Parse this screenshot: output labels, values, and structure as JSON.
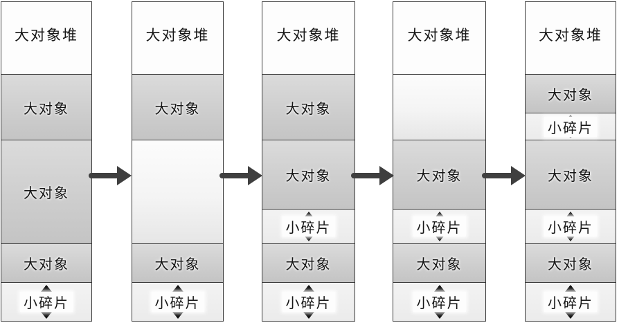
{
  "columns": [
    {
      "header": "大对象堆",
      "blocks": [
        {
          "type": "large-object",
          "label": "大对象"
        },
        {
          "type": "large-object",
          "label": "大对象"
        },
        {
          "type": "large-object",
          "label": "大对象"
        },
        {
          "type": "small-fragment",
          "label": "小碎片"
        }
      ]
    },
    {
      "header": "大对象堆",
      "blocks": [
        {
          "type": "large-object",
          "label": "大对象"
        },
        {
          "type": "free-space",
          "label": ""
        },
        {
          "type": "large-object",
          "label": "大对象"
        },
        {
          "type": "small-fragment",
          "label": "小碎片"
        }
      ]
    },
    {
      "header": "大对象堆",
      "blocks": [
        {
          "type": "large-object",
          "label": "大对象"
        },
        {
          "type": "large-object",
          "label": "大对象"
        },
        {
          "type": "small-fragment",
          "label": "小碎片"
        },
        {
          "type": "large-object",
          "label": "大对象"
        },
        {
          "type": "small-fragment",
          "label": "小碎片"
        }
      ]
    },
    {
      "header": "大对象堆",
      "blocks": [
        {
          "type": "free-space",
          "label": ""
        },
        {
          "type": "large-object",
          "label": "大对象"
        },
        {
          "type": "small-fragment",
          "label": "小碎片"
        },
        {
          "type": "large-object",
          "label": "大对象"
        },
        {
          "type": "small-fragment",
          "label": "小碎片"
        }
      ]
    },
    {
      "header": "大对象堆",
      "blocks": [
        {
          "type": "large-object",
          "label": "大对象"
        },
        {
          "type": "small-fragment",
          "label": "小碎片"
        },
        {
          "type": "large-object",
          "label": "大对象"
        },
        {
          "type": "small-fragment",
          "label": "小碎片"
        },
        {
          "type": "large-object",
          "label": "大对象"
        },
        {
          "type": "small-fragment",
          "label": "小碎片"
        }
      ]
    }
  ],
  "colors": {
    "background": "#ffffff",
    "column_border": "#3c3c3c",
    "large_object_fill_top": "#dbdbdb",
    "large_object_fill_bottom": "#c4c4c4",
    "free_space_fill_top": "#fcfcfc",
    "free_space_fill_bottom": "#e6e6e6",
    "fragment_fill": "#eeeeee",
    "flow_arrow": "#3f3f3f",
    "resize_arrow": "#101010",
    "text": "#151515"
  }
}
